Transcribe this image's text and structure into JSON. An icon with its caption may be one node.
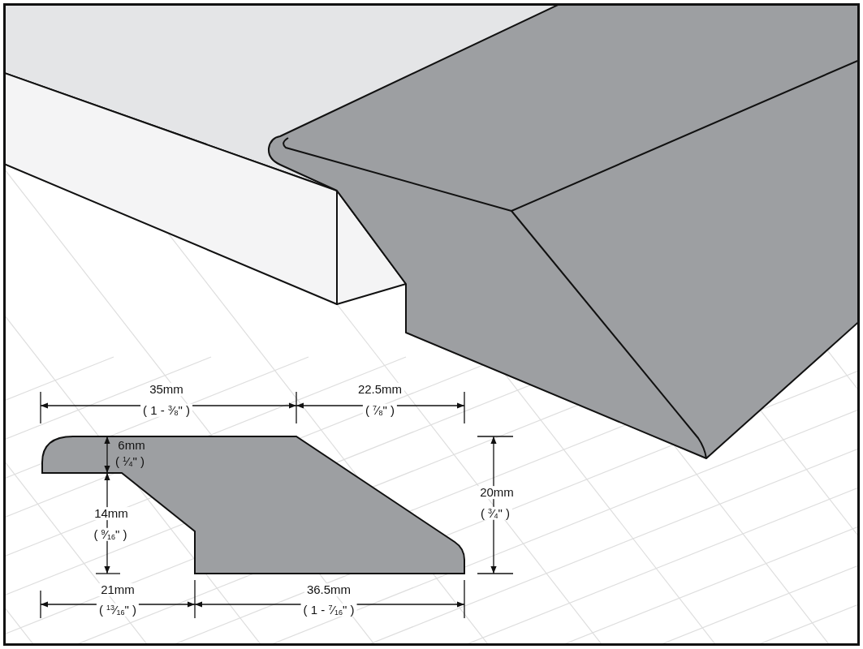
{
  "diagram": {
    "labels": [
      "35mm",
      "( 1 - $^{3}$⁄$_{8}$\" )",
      "22.5mm",
      "( $^{7}$⁄$_{8}$\" )",
      "6mm",
      "( $^{1}$⁄$_{4}$\" )",
      "20mm",
      "( $^{3}$⁄$_{4}$\" )",
      "14mm",
      "( $^{9}$⁄$_{16}$\" )",
      "21mm",
      "( $^{13}$⁄$_{16}$\" )",
      "36.5mm",
      "( 1 - $^{7}$⁄$_{16}$\" )"
    ]
  }
}
